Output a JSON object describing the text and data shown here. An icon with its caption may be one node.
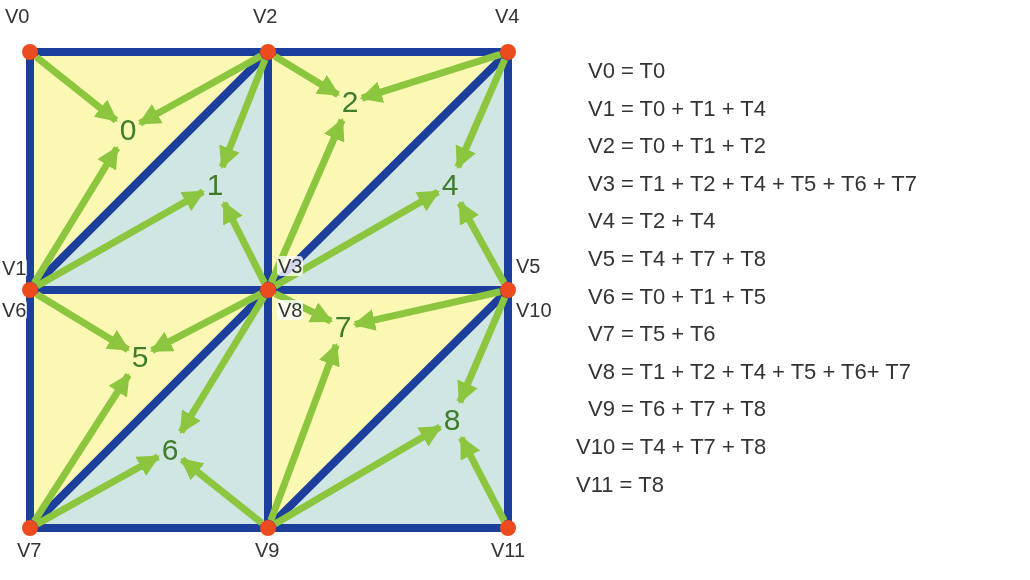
{
  "diagram": {
    "nodes": [
      {
        "text": [],
        "shape": "circle",
        "beside": [
          "V0"
        ]
      },
      {
        "text": [],
        "shape": "circle",
        "beside": [
          "V2"
        ]
      },
      {
        "text": [],
        "shape": "circle",
        "beside": [
          "V4"
        ]
      },
      {
        "text": [],
        "shape": "circle",
        "beside": [
          "V1",
          "V6"
        ]
      },
      {
        "text": [],
        "shape": "circle",
        "beside": [
          "V3",
          "V8"
        ]
      },
      {
        "text": [],
        "shape": "circle",
        "beside": [
          "V5",
          "V10"
        ]
      },
      {
        "text": [],
        "shape": "circle",
        "beside": [
          "V7"
        ]
      },
      {
        "text": [],
        "shape": "circle",
        "beside": [
          "V9"
        ]
      },
      {
        "text": [],
        "shape": "circle",
        "beside": [
          "V11"
        ]
      },
      {
        "text": [
          "0"
        ]
      },
      {
        "text": [
          "1"
        ]
      },
      {
        "text": [
          "2"
        ]
      },
      {
        "text": [
          "4"
        ]
      },
      {
        "text": [
          "5"
        ]
      },
      {
        "text": [
          "6"
        ]
      },
      {
        "text": [
          "7"
        ]
      },
      {
        "text": [
          "8"
        ]
      }
    ],
    "edges": [
      {
        "from": 0,
        "to": 9,
        "arrow": "to"
      },
      {
        "from": 1,
        "to": 9,
        "arrow": "to"
      },
      {
        "from": 1,
        "to": 10,
        "arrow": "to"
      },
      {
        "from": 1,
        "to": 11,
        "arrow": "to"
      },
      {
        "from": 2,
        "to": 11,
        "arrow": "to"
      },
      {
        "from": 2,
        "to": 12,
        "arrow": "to"
      },
      {
        "from": 3,
        "to": 9,
        "arrow": "to"
      },
      {
        "from": 3,
        "to": 10,
        "arrow": "to"
      },
      {
        "from": 3,
        "to": 13,
        "arrow": "to"
      },
      {
        "from": 4,
        "to": 10,
        "arrow": "to"
      },
      {
        "from": 4,
        "to": 11,
        "arrow": "to"
      },
      {
        "from": 4,
        "to": 12,
        "arrow": "to"
      },
      {
        "from": 4,
        "to": 13,
        "arrow": "to"
      },
      {
        "from": 4,
        "to": 14,
        "arrow": "to"
      },
      {
        "from": 4,
        "to": 15,
        "arrow": "to"
      },
      {
        "from": 5,
        "to": 12,
        "arrow": "to"
      },
      {
        "from": 5,
        "to": 15,
        "arrow": "to"
      },
      {
        "from": 5,
        "to": 16,
        "arrow": "to"
      },
      {
        "from": 6,
        "to": 13,
        "arrow": "to"
      },
      {
        "from": 6,
        "to": 14,
        "arrow": "to"
      },
      {
        "from": 7,
        "to": 14,
        "arrow": "to"
      },
      {
        "from": 7,
        "to": 15,
        "arrow": "to"
      },
      {
        "from": 7,
        "to": 16,
        "arrow": "to"
      },
      {
        "from": 8,
        "to": 16,
        "arrow": "to"
      }
    ],
    "labels": [
      "V0 = T0",
      "V1 = T0 + T1 + T4",
      "V2 = T0 + T1 + T2",
      "V3 = T1 + T2 + T4 + T5 + T6 + T7",
      "V4 = T2 + T4",
      "V5 = T4 + T7 + T8",
      "V6 = T0 + T1 + T5",
      "V7 = T5 + T6",
      "V8 = T1 + T2 + T4 + T5 + T6+ T7",
      "V9 = T6 + T7 + T8",
      "V10 = T4 + T7 + T8",
      "V11 = T8"
    ]
  }
}
